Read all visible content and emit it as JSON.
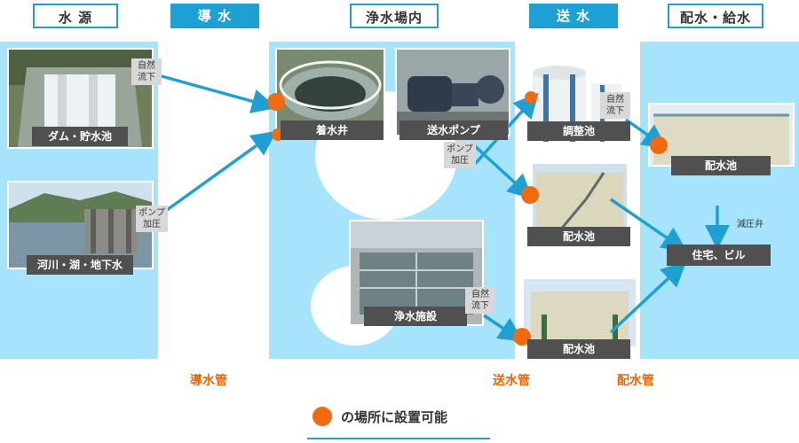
{
  "headers": {
    "source": "水 源",
    "conveyance": "導 水",
    "plant": "浄水場内",
    "transmission": "送 水",
    "distribution": "配水・給水"
  },
  "labels": {
    "dam": "ダム・貯水池",
    "river": "河川・湖・地下水",
    "receiving_well": "着水井",
    "pump": "送水ポンプ",
    "purification": "浄水施設",
    "adjust_pond": "調整池",
    "distribution_pond_1": "配水池",
    "distribution_pond_2": "配水池",
    "distribution_pond_3": "配水池",
    "houses": "住宅、ビル"
  },
  "tags": {
    "gravity_1": "自然流下",
    "pump_1": "ポンプ加圧",
    "pump_2": "ポンプ加圧",
    "gravity_2": "自然流下",
    "gravity_3": "自然流下",
    "pressure_valve": "減圧弁"
  },
  "pipes": {
    "conveyance": "導水管",
    "transmission": "送水管",
    "distribution": "配水管"
  },
  "legend": {
    "text": "の場所に設置可能"
  },
  "colors": {
    "accent": "#1ea0d2",
    "marker": "#f26a10",
    "panel": "#a6e4fb",
    "label_bg": "#505050"
  }
}
